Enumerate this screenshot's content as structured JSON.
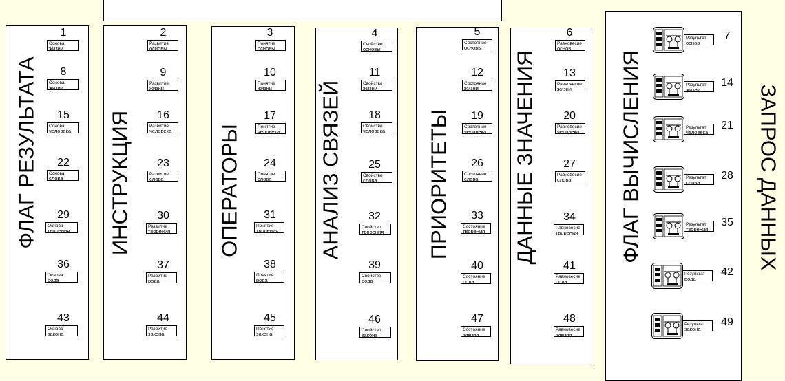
{
  "columns": [
    {
      "title": "ФЛАГ РЕЗУЛЬТАТА",
      "items": [
        {
          "n": "1",
          "a": "Основа",
          "b": "жизни"
        },
        {
          "n": "8",
          "a": "Основа",
          "b": "жизни"
        },
        {
          "n": "15",
          "a": "Основа",
          "b": "человека"
        },
        {
          "n": "22",
          "a": "Основа",
          "b": "слова"
        },
        {
          "n": "29",
          "a": "Основа",
          "b": "творения"
        },
        {
          "n": "36",
          "a": "Основа",
          "b": "рода"
        },
        {
          "n": "43",
          "a": "Основа",
          "b": "закона"
        }
      ]
    },
    {
      "title": "ИНСТРУКЦИЯ",
      "items": [
        {
          "n": "2",
          "a": "Развитие",
          "b": "основы"
        },
        {
          "n": "9",
          "a": "Развитие",
          "b": "жизни"
        },
        {
          "n": "16",
          "a": "Развитие",
          "b": "человека"
        },
        {
          "n": "23",
          "a": "Развитие",
          "b": "слова"
        },
        {
          "n": "30",
          "a": "Развитие",
          "b": "творения"
        },
        {
          "n": "37",
          "a": "Развитие",
          "b": "рода"
        },
        {
          "n": "44",
          "a": "Развитие",
          "b": "закона"
        }
      ]
    },
    {
      "title": "ОПЕРАТОРЫ",
      "items": [
        {
          "n": "3",
          "a": "Понятие",
          "b": "основы"
        },
        {
          "n": "10",
          "a": "Понятие",
          "b": "жизни"
        },
        {
          "n": "17",
          "a": "Понятие",
          "b": "человека"
        },
        {
          "n": "24",
          "a": "Понятие",
          "b": "слова"
        },
        {
          "n": "31",
          "a": "Понятие",
          "b": "творения"
        },
        {
          "n": "38",
          "a": "Понятие",
          "b": "рода"
        },
        {
          "n": "45",
          "a": "Понятие",
          "b": "закона"
        }
      ]
    },
    {
      "title": "АНАЛИЗ СВЯЗЕЙ",
      "items": [
        {
          "n": "4",
          "a": "Свойство",
          "b": "основы"
        },
        {
          "n": "11",
          "a": "Свойство",
          "b": "жизни"
        },
        {
          "n": "18",
          "a": "Свойство",
          "b": "человека"
        },
        {
          "n": "25",
          "a": "Свойство",
          "b": "слова"
        },
        {
          "n": "32",
          "a": "Свойство",
          "b": "творения"
        },
        {
          "n": "39",
          "a": "Свойство",
          "b": "рода"
        },
        {
          "n": "46",
          "a": "Свойство",
          "b": "закона"
        }
      ]
    },
    {
      "title": "ПРИОРИТЕТЫ",
      "items": [
        {
          "n": "5",
          "a": "Состояние",
          "b": "основы"
        },
        {
          "n": "12",
          "a": "Состояние",
          "b": "жизни"
        },
        {
          "n": "19",
          "a": "Состояние",
          "b": "человека"
        },
        {
          "n": "26",
          "a": "Состояние",
          "b": "слова"
        },
        {
          "n": "33",
          "a": "Состояние",
          "b": "творения"
        },
        {
          "n": "40",
          "a": "Состояние",
          "b": "рода"
        },
        {
          "n": "47",
          "a": "Состояние",
          "b": "закона"
        }
      ]
    },
    {
      "title": "ДАННЫЕ ЗНАЧЕНИЯ",
      "items": [
        {
          "n": "6",
          "a": "Равновесие",
          "b": "основ"
        },
        {
          "n": "13",
          "a": "Равновесие",
          "b": "жизни"
        },
        {
          "n": "20",
          "a": "Равновесие",
          "b": "человека"
        },
        {
          "n": "27",
          "a": "Равновесие",
          "b": "слова"
        },
        {
          "n": "34",
          "a": "Равновесие",
          "b": "творения"
        },
        {
          "n": "41",
          "a": "Равновесие",
          "b": "рода"
        },
        {
          "n": "48",
          "a": "Равновесие",
          "b": "закона"
        }
      ]
    },
    {
      "title": "ФЛАГ ВЫЧИСЛЕНИЯ",
      "items": [
        {
          "n": "7",
          "a": "Результат",
          "b": "основ"
        },
        {
          "n": "14",
          "a": "Результат",
          "b": "жизни"
        },
        {
          "n": "21",
          "a": "Результат",
          "b": "человека"
        },
        {
          "n": "28",
          "a": "Результат",
          "b": "слова"
        },
        {
          "n": "35",
          "a": "Результат",
          "b": "творения"
        },
        {
          "n": "42",
          "a": "Результат",
          "b": "рода"
        },
        {
          "n": "49",
          "a": "Результат",
          "b": "закона"
        }
      ]
    }
  ],
  "side_title": "ЗАПРОС ДАННЫХ"
}
